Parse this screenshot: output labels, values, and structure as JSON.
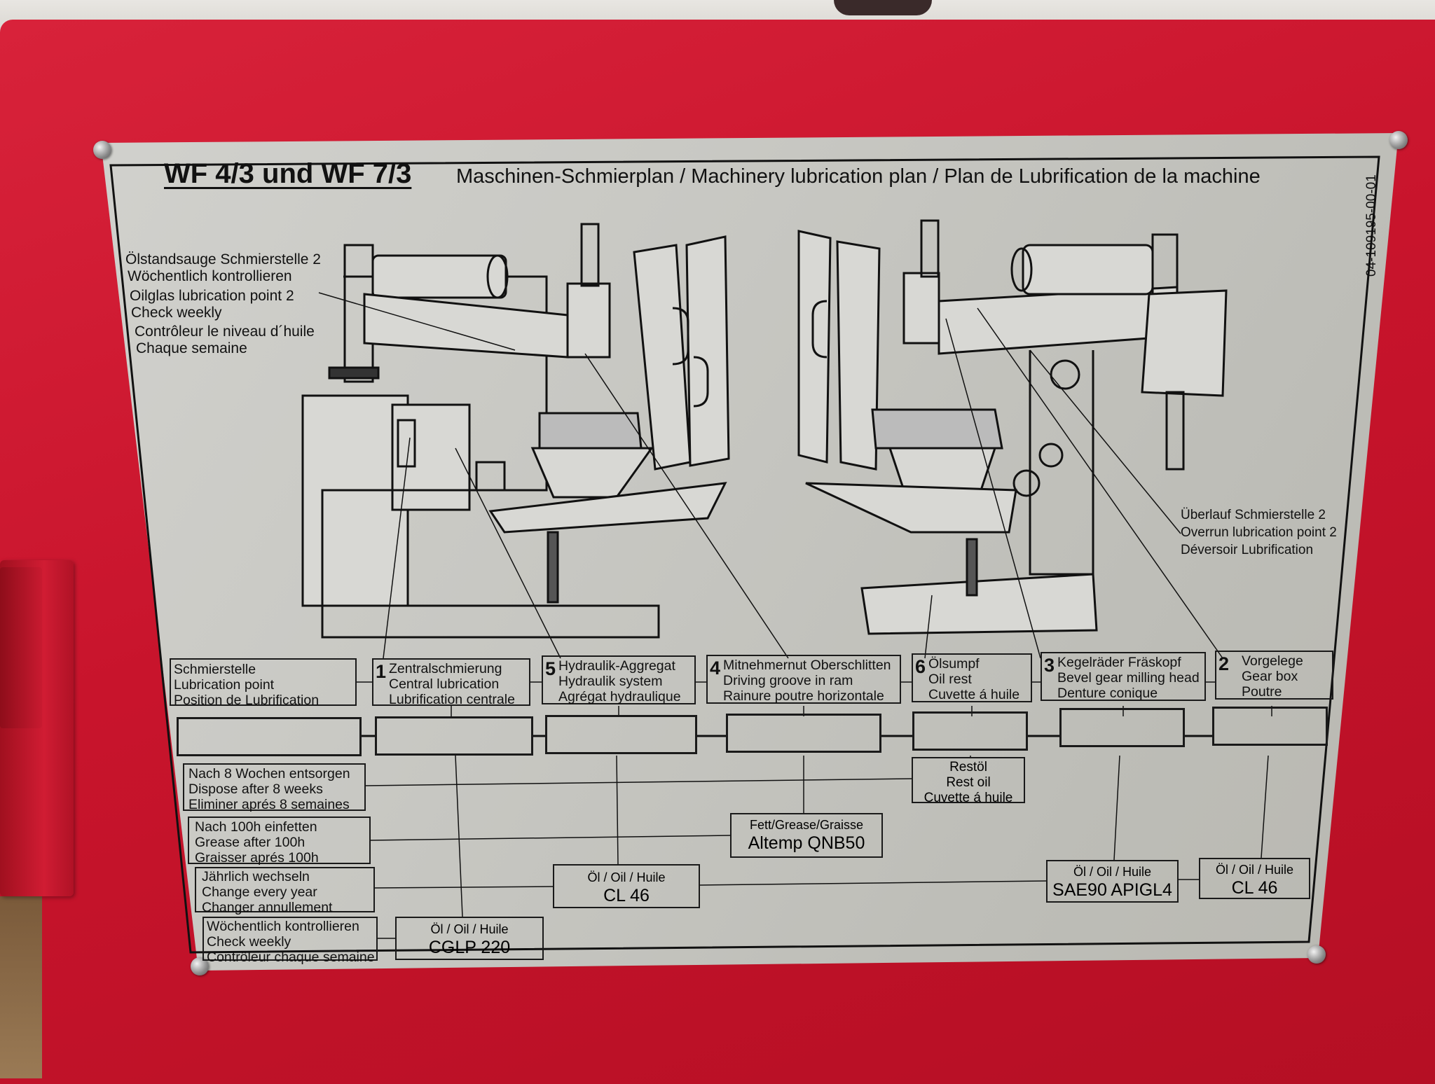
{
  "plate": {
    "title": "WF 4/3 und WF 7/3",
    "subtitle": "Maschinen-Schmierplan / Machinery lubrication plan / Plan de Lubrification de la machine",
    "serial": "04-109195-00-01"
  },
  "annotations": {
    "oil_sight_glass": [
      "Ölstandsauge Schmierstelle 2",
      "Wöchentlich kontrollieren",
      "Oilglas lubrication point 2",
      "Check weekly",
      "Contrôleur le niveau d´huile",
      "Chaque semaine"
    ],
    "overrun": [
      "Überlauf Schmierstelle 2",
      "Overrun lubrication point 2",
      "Déversoir Lubrification"
    ]
  },
  "header_label": [
    "Schmierstelle",
    "Lubrication point",
    "Position de Lubrification"
  ],
  "points": [
    {
      "number": "1",
      "lines": [
        "Zentralschmierung",
        "Central lubrication",
        "Lubrification centrale"
      ]
    },
    {
      "number": "5",
      "lines": [
        "Hydraulik-Aggregat",
        "Hydraulik system",
        "Agrégat hydraulique"
      ]
    },
    {
      "number": "4",
      "lines": [
        "Mitnehmernut Oberschlitten",
        "Driving groove in ram",
        "Rainure poutre horizontale"
      ]
    },
    {
      "number": "6",
      "lines": [
        "Ölsumpf",
        "Oil rest",
        "Cuvette á huile"
      ]
    },
    {
      "number": "3",
      "lines": [
        "Kegelräder Fräskopf",
        "Bevel gear milling head",
        "Denture conique"
      ]
    },
    {
      "number": "2",
      "lines": [
        "Vorgelege",
        "Gear box",
        "Poutre"
      ]
    }
  ],
  "intervals": {
    "dispose": [
      "Nach 8 Wochen entsorgen",
      "Dispose after 8 weeks",
      "Eliminer aprés 8 semaines"
    ],
    "grease": [
      "Nach 100h einfetten",
      "Grease after 100h",
      "Graisser aprés 100h"
    ],
    "yearly": [
      "Jährlich wechseln",
      "Change every year",
      "Changer annullement"
    ],
    "weekly": [
      "Wöchentlich kontrollieren",
      "Check weekly",
      "Contrôleur chaque semaine"
    ]
  },
  "rest_oil": [
    "Restöl",
    "Rest oil",
    "Cuvette á huile"
  ],
  "lubricants": {
    "grease": {
      "label": "Fett/Grease/Graisse",
      "product": "Altemp QNB50"
    },
    "oil_hydraulic": {
      "label": "Öl / Oil / Huile",
      "product": "CL 46"
    },
    "oil_central": {
      "label": "Öl / Oil / Huile",
      "product": "CGLP 220"
    },
    "oil_bevel": {
      "label": "Öl / Oil / Huile",
      "product": "SAE90 APIGL4"
    },
    "oil_gearbox": {
      "label": "Öl / Oil / Huile",
      "product": "CL 46"
    }
  },
  "colors": {
    "door_red": "#c8142c",
    "plate_silver": "#c8c8c3",
    "ink": "#111111"
  }
}
